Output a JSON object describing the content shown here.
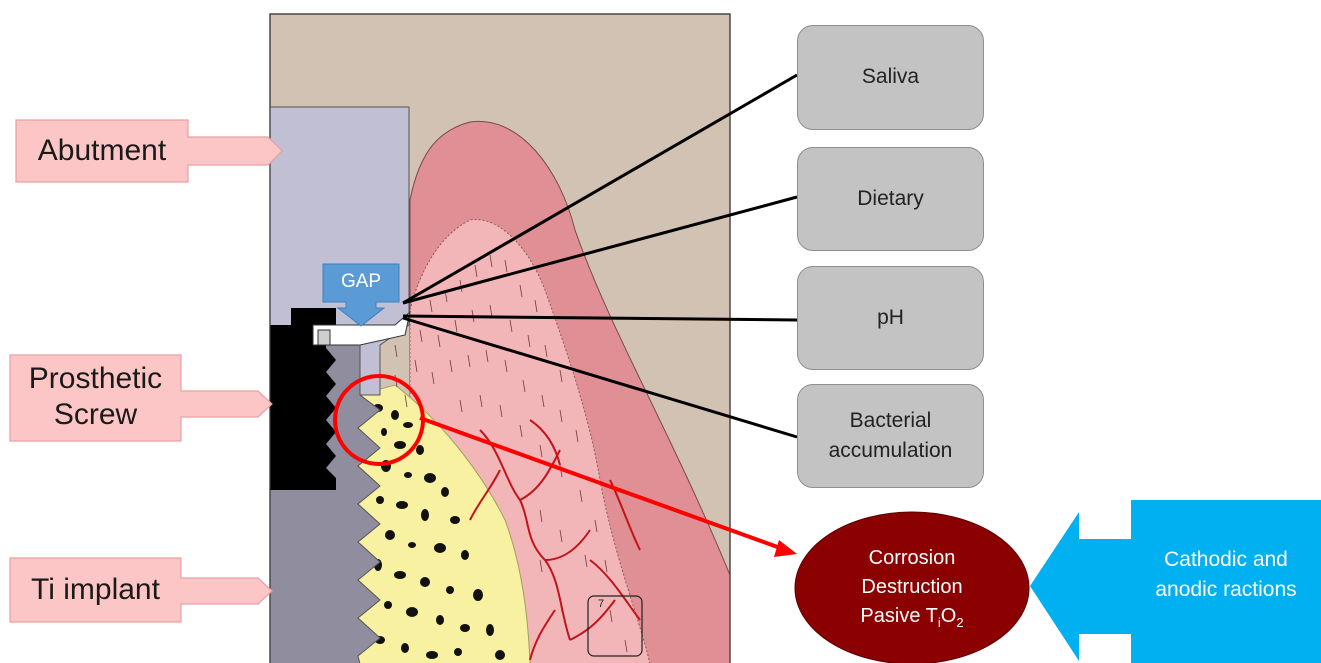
{
  "diagram": {
    "labels": {
      "abutment": "Abutment",
      "prosthetic_screw": "Prosthetic\nScrew",
      "ti_implant": "Ti implant",
      "gap": "GAP"
    },
    "factors": [
      {
        "id": "saliva",
        "text": "Saliva"
      },
      {
        "id": "dietary",
        "text": "Dietary"
      },
      {
        "id": "ph",
        "text": "pH"
      },
      {
        "id": "bacterial",
        "text": "Bacterial accumulation"
      }
    ],
    "corrosion": {
      "line1": "Corrosion",
      "line2": "Destruction",
      "line3_prefix": "Pasive T",
      "line3_sub1": "i",
      "line3_mid": "O",
      "line3_sub2": "2"
    },
    "reactions": "Cathodic and\nanodic ractions",
    "callout_mark": "7"
  },
  "colors": {
    "background_tissue": "#d2c2b3",
    "gingiva_outer": "#e08f94",
    "gingiva_inner": "#f2b6b9",
    "bone": "#f8f1a1",
    "implant": "#8f8d9e",
    "abutment": "#c1bfd4",
    "screw": "#000000",
    "label_box": "#fdc6c6",
    "factor_box": "#c3c3c3",
    "corrosion_ellipse": "#8b0000",
    "reaction_box": "#00b0f0",
    "gap_arrow": "#5b9bd5",
    "highlight": "#ff0000",
    "vessels": "#c0151b"
  }
}
